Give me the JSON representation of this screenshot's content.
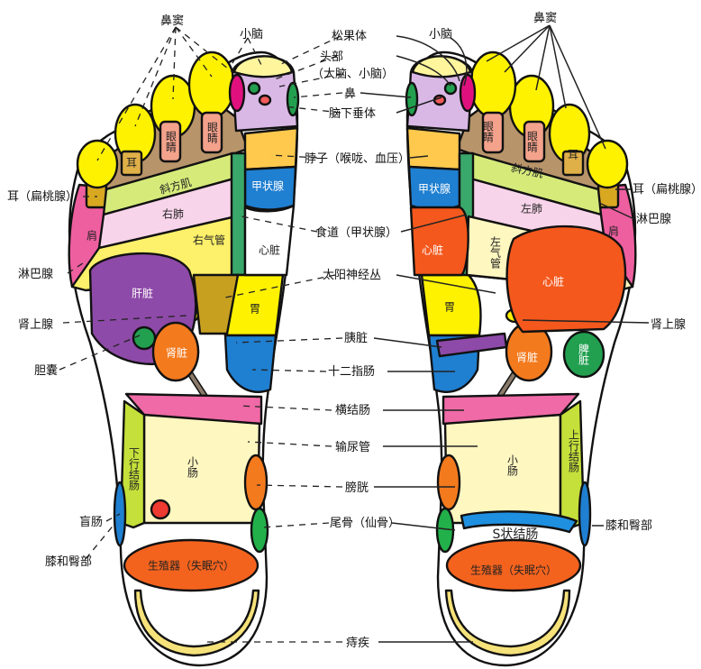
{
  "colors": {
    "toe": "#fff200",
    "big_toe_top": "#fff59d",
    "head": "#d9b8e6",
    "webbing": "#b8946a",
    "eye": "#f4a28c",
    "trapezius": "#d6ea7a",
    "lung": "#f8d4ea",
    "bronchus": "#fdf06a",
    "shoulder": "#ee5fa0",
    "neck": "#ffc94d",
    "thyroid": "#1f7fd1",
    "esophagus": "#3aa86a",
    "liver": "#8e4aa8",
    "gallbladder": "#22a050",
    "heart": "#f4581c",
    "kidney": "#f47a1e",
    "spleen": "#22a050",
    "colon_transverse": "#ef6aa6",
    "colon_side": "#c5e03a",
    "small_intestine": "#fff7c0",
    "bladder": "#f47a1e",
    "coccyx": "#22b04a",
    "knee": "#1f7fd1",
    "genital": "#f4631e",
    "hemorrhoid": "#f6e27a",
    "sigmoid": "#1f8fe0",
    "pancreas": "#8e4aa8",
    "duodenum": "#1f7fd1"
  },
  "top_labels": {
    "sinus_left": "鼻窦",
    "cerebellum_left": "小脑",
    "cerebellum_right": "小脑",
    "sinus_right": "鼻窦"
  },
  "center_labels": {
    "pineal": "松果体",
    "head": "头部",
    "head_detail": "（大脑、小脑）",
    "nose": "鼻",
    "pituitary": "脑下垂体",
    "neck": "脖子（喉咙、血压）",
    "esophagus": "食道（甲状腺）",
    "solar_plexus": "太阳神经丛",
    "pancreas": "胰脏",
    "duodenum": "十二指肠",
    "transverse_colon": "横结肠",
    "ureter": "输尿管",
    "bladder": "膀胱",
    "coccyx": "尾骨（仙骨）",
    "hemorrhoids": "痔疾"
  },
  "left_side_labels": {
    "ear": "耳（扁桃腺）",
    "lymph": "淋巴腺",
    "adrenal": "肾上腺",
    "gallbladder": "胆囊",
    "cecum": "盲肠",
    "knee_hip": "膝和臀部"
  },
  "right_side_labels": {
    "ear": "耳（扁桃腺）",
    "lymph": "淋巴腺",
    "adrenal": "肾上腺",
    "knee_hip": "膝和臀部"
  },
  "left_foot": {
    "ear": "耳",
    "eye1": "眼睛",
    "eye2": "眼睛",
    "trapezius": "斜方肌",
    "lung": "右肺",
    "bronchus": "右气管",
    "shoulder": "肩",
    "thyroid": "甲状腺",
    "heart": "心脏",
    "liver": "肝脏",
    "stomach": "胃",
    "kidney": "肾脏",
    "descending_colon": "下行结肠",
    "small_intestine": "小肠",
    "genital": "生殖器（失眠穴）"
  },
  "right_foot": {
    "eye1": "眼睛",
    "eye2": "眼睛",
    "ear": "耳",
    "trapezius": "斜方肌",
    "lung": "左肺",
    "bronchus": "左气管",
    "shoulder": "肩",
    "thyroid": "甲状腺",
    "heart_small": "心脏",
    "heart": "心脏",
    "stomach": "胃",
    "kidney": "肾脏",
    "spleen": "脾脏",
    "ascending_colon": "上行结肠",
    "small_intestine": "小肠",
    "sigmoid_colon": "S状结肠",
    "genital": "生殖器（失眠穴）"
  }
}
